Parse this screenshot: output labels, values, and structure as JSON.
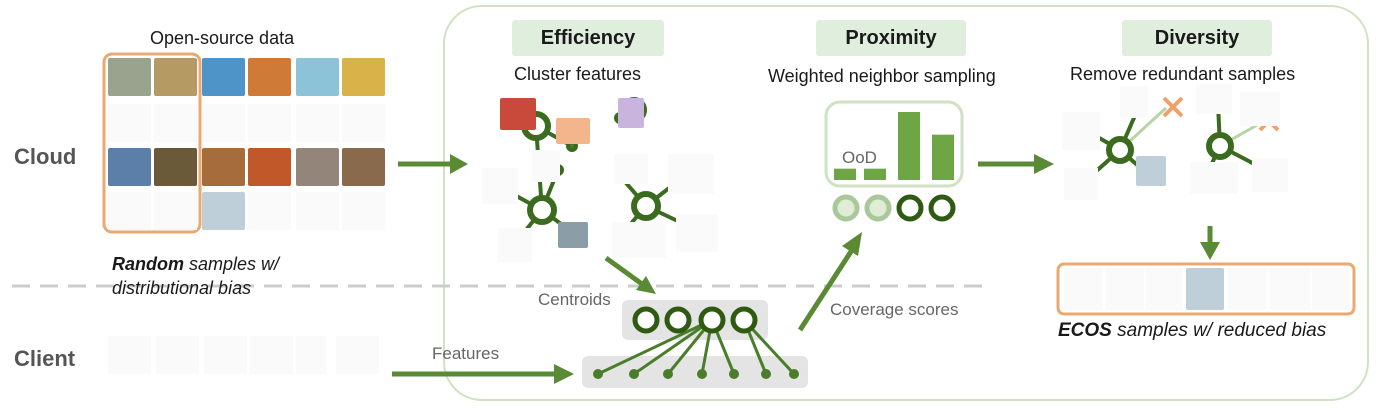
{
  "left": {
    "title": "Open-source data",
    "caption_bold": "Random",
    "caption_rest_1": " samples w/",
    "caption_line2": "distributional bias"
  },
  "rows": {
    "cloud": "Cloud",
    "client": "Client"
  },
  "efficiency": {
    "header": "Efficiency",
    "subtitle": "Cluster features"
  },
  "proximity": {
    "header": "Proximity",
    "subtitle": "Weighted neighbor sampling",
    "ood": "OoD"
  },
  "diversity": {
    "header": "Diversity",
    "subtitle": "Remove redundant samples"
  },
  "lower": {
    "centroids": "Centroids",
    "features": "Features",
    "coverage": "Coverage scores"
  },
  "result": {
    "caption_bold": "ECOS",
    "caption_rest": " samples w/ reduced bias"
  },
  "chart_data": {
    "type": "bar",
    "categories": [
      "",
      "",
      "",
      ""
    ],
    "values": [
      1,
      1,
      6,
      4
    ],
    "annotation": "OoD"
  },
  "colors": {
    "green": "#5a8a34",
    "dark_green": "#2f5a12",
    "light_green_bg": "#dfeedd",
    "orange": "#e9a970",
    "panel_border": "#c9dfbd"
  }
}
